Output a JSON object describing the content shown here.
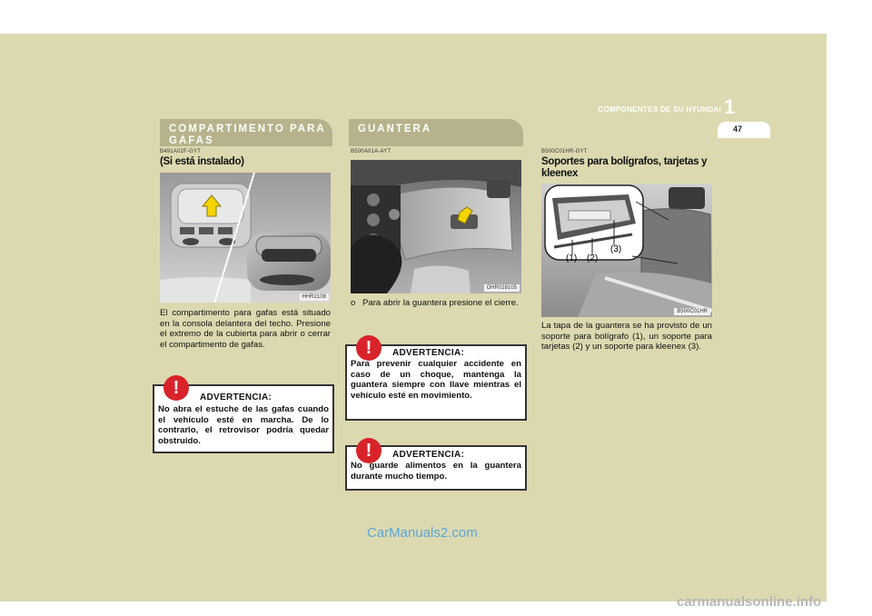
{
  "header": {
    "chapter_title": "COMPONENTES DE SU HYUNDAI",
    "chapter_number": "1",
    "page_number": "47"
  },
  "col1": {
    "section_title_line1": "COMPARTIMENTO PARA",
    "section_title_line2": "GAFAS",
    "code": "B491A02F-GYT",
    "subhead": "(Si está instalado)",
    "photo_code": "HHR2108",
    "paragraph": "El compartimento para gafas está situado en la consola delantera del techo. Presione el extremo de la cubierta para abrir o cerrar el compartimento de gafas.",
    "warning_title": "ADVERTENCIA:",
    "warning_body": "No abra el estuche de las gafas cuando el vehículo esté en marcha. De lo contrario, el retrovisor podría quedar obstruido."
  },
  "col2": {
    "section_title": "GUANTERA",
    "code": "B500A01A-AYT",
    "photo_code": "OHR028105",
    "bullet": "o",
    "bullet_text": "Para abrir la guantera presione el cierre.",
    "warning1_title": "ADVERTENCIA:",
    "warning1_body": "Para prevenir cualquier accidente en caso de un choque, mantenga la guantera siempre con llave mientras el vehículo esté en movimiento.",
    "warning2_title": "ADVERTENCIA:",
    "warning2_body": "No guarde alimentos en la guantera durante mucho tiempo."
  },
  "col3": {
    "code": "B500C01HR-GYT",
    "subhead": "Soportes para bolígrafos, tarjetas y kleenex",
    "photo_code": "B500C01HR",
    "label1": "(1)",
    "label2": "(2)",
    "label3": "(3)",
    "paragraph": "La tapa de la guantera se ha provisto de un soporte para bolígrafo (1), un soporte para tarjetas (2) y un soporte para kleenex (3)."
  },
  "watermarks": {
    "site1": "CarManuals2.com",
    "site2": "carmanualsonline.info"
  },
  "colors": {
    "band": "#dcd9b0",
    "warning_red": "#d8232a",
    "watermark_blue": "#5aa6d8"
  },
  "icons": [
    "warning-exclamation-icon",
    "arrow-up-icon",
    "hand-pointer-icon"
  ]
}
